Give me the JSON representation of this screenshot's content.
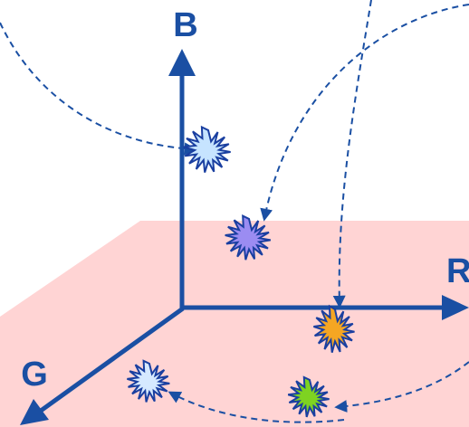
{
  "axes": {
    "b_label": "B",
    "r_label": "R",
    "g_label": "G"
  },
  "colors": {
    "plane": "#ffd4d4",
    "axis": "#1a4fa3",
    "arrow": "#1a4fa3",
    "burst_outline": "#1a3fa0",
    "burst_light_blue": "#c6e4ff",
    "burst_violet": "#9b8cf2",
    "burst_orange": "#f5a623",
    "burst_green": "#7ed321",
    "burst_pale_blue": "#d6e9ff"
  },
  "icons": [
    "starburst-icon"
  ]
}
